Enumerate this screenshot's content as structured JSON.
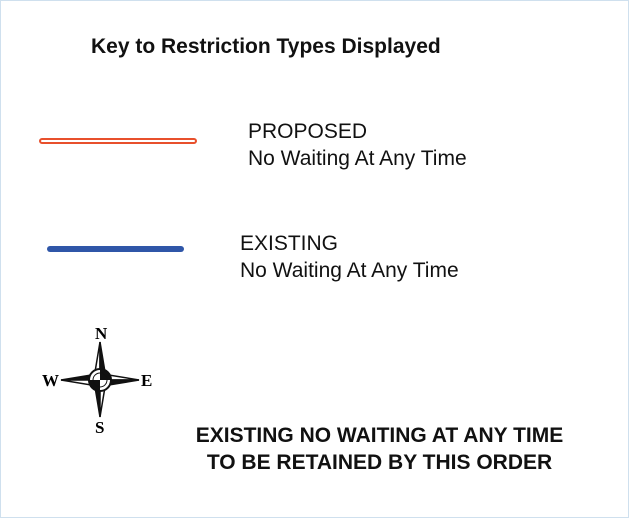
{
  "key": {
    "title": "Key to Restriction Types Displayed",
    "proposed": {
      "heading": "PROPOSED",
      "description": "No Waiting At Any Time",
      "line_color": "#e8502c",
      "line_style": "outlined"
    },
    "existing": {
      "heading": "EXISTING",
      "description": "No Waiting At Any Time",
      "line_color": "#2f56a8",
      "line_style": "solid"
    }
  },
  "compass": {
    "north": "N",
    "south": "S",
    "east": "E",
    "west": "W",
    "icon": "compass-rose-icon"
  },
  "notice": {
    "line1": "EXISTING NO WAITING AT ANY TIME",
    "line2": "TO BE RETAINED BY THIS ORDER"
  }
}
